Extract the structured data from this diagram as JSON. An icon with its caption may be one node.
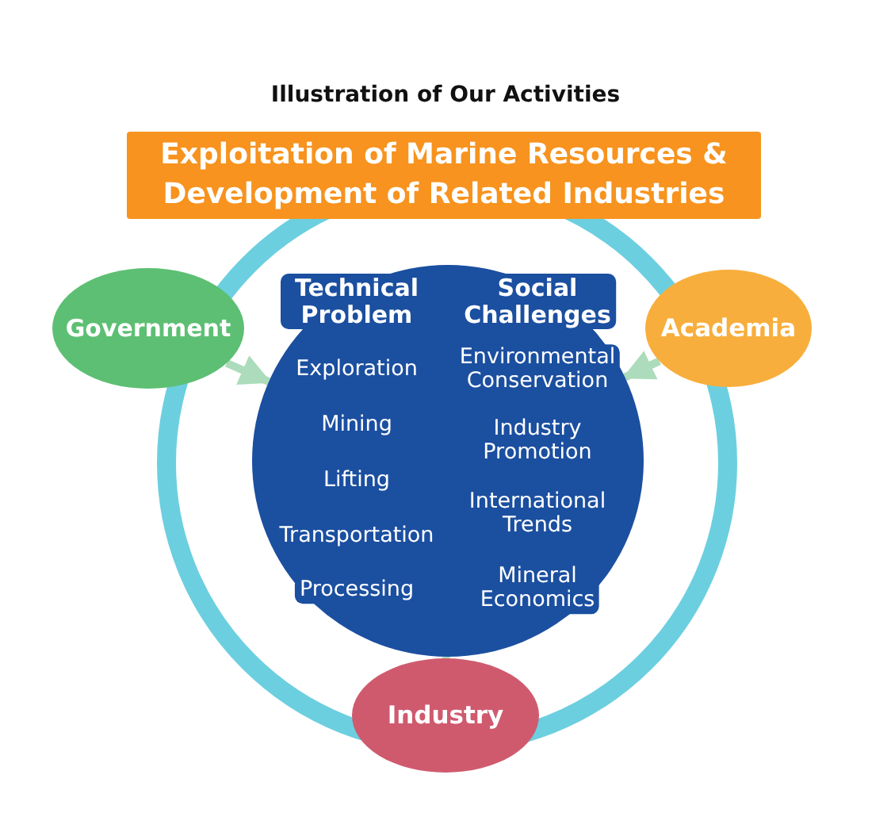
{
  "diagram": {
    "title": "Illustration of Our Activities",
    "nodes": [
      {
        "text": [
          "Exploitation of Marine Resources & Development of Related Industries"
        ]
      },
      {
        "text": [
          "Technical Problem",
          "Exploration",
          "Mining",
          "Lifting",
          "Transportation",
          "Processing",
          "Social Challenges",
          "Environmental Conservation",
          "Industry Promotion",
          "International Trends",
          "Mineral Economics"
        ]
      },
      {
        "text": [
          "Government"
        ]
      },
      {
        "text": [
          "Academia"
        ]
      },
      {
        "text": [
          "Industry"
        ]
      }
    ],
    "edges": [
      {
        "from": 2,
        "to": 1,
        "arrow": "to"
      },
      {
        "from": 3,
        "to": 1,
        "arrow": "to"
      },
      {
        "from": 4,
        "to": 1,
        "arrow": "to"
      }
    ]
  }
}
